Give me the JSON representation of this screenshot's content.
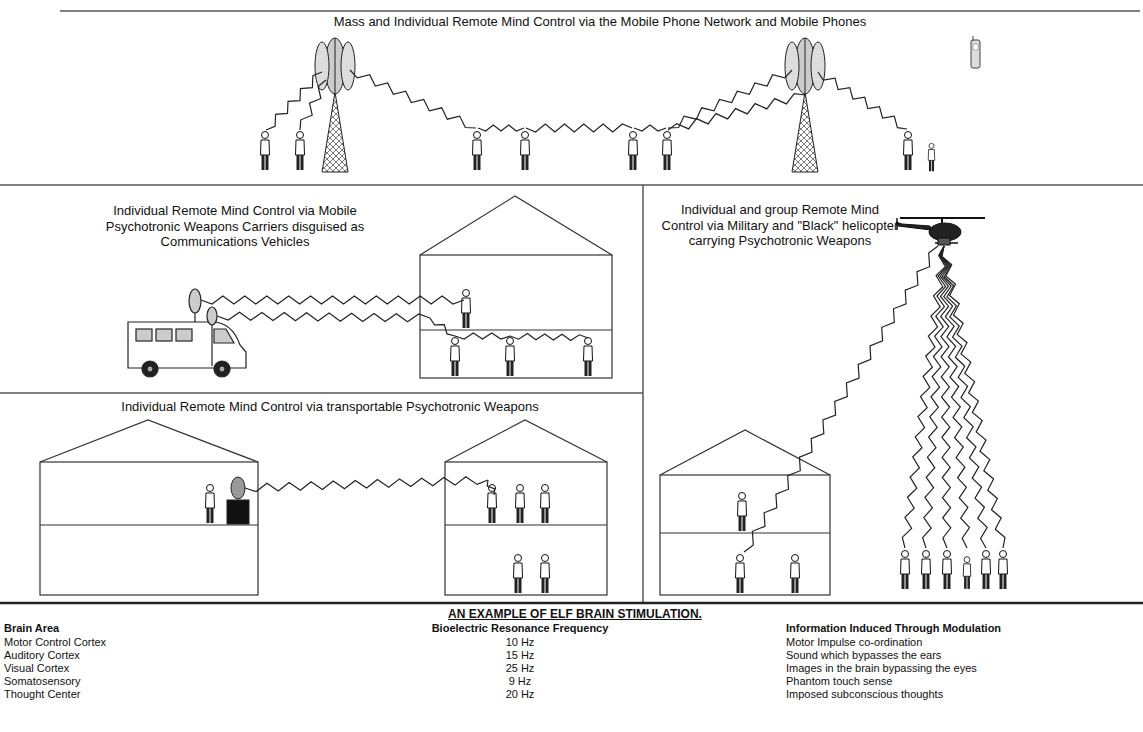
{
  "diagram": {
    "labels": [
      "Mass and Individual Remote Mind Control via the Mobile Phone Network and Mobile Phones",
      "Individual Remote Mind Control via Mobile Psychotronic Weapons Carriers disguised as Communications Vehicles",
      "Individual and group Remote Mind Control via Military and \"Black\" helicopter carrying Psychotronic Weapons",
      "Individual Remote Mind Control via transportable Psychotronic Weapons",
      "AN EXAMPLE OF ELF BRAIN STIMULATION.",
      "Brain Area",
      "Bioelectric Resonance Frequency",
      "Information Induced Through Modulation",
      "Motor Control Cortex",
      "10 Hz",
      "Motor Impulse co-ordination",
      "Auditory Cortex",
      "15 Hz",
      "Sound which bypasses the ears",
      "Visual Cortex",
      "25 Hz",
      "Images in the brain bypassing the eyes",
      "Somatosensory",
      "9 Hz",
      "Phantom touch sense",
      "Thought Center",
      "20 Hz",
      "Imposed subconscious thoughts"
    ]
  }
}
